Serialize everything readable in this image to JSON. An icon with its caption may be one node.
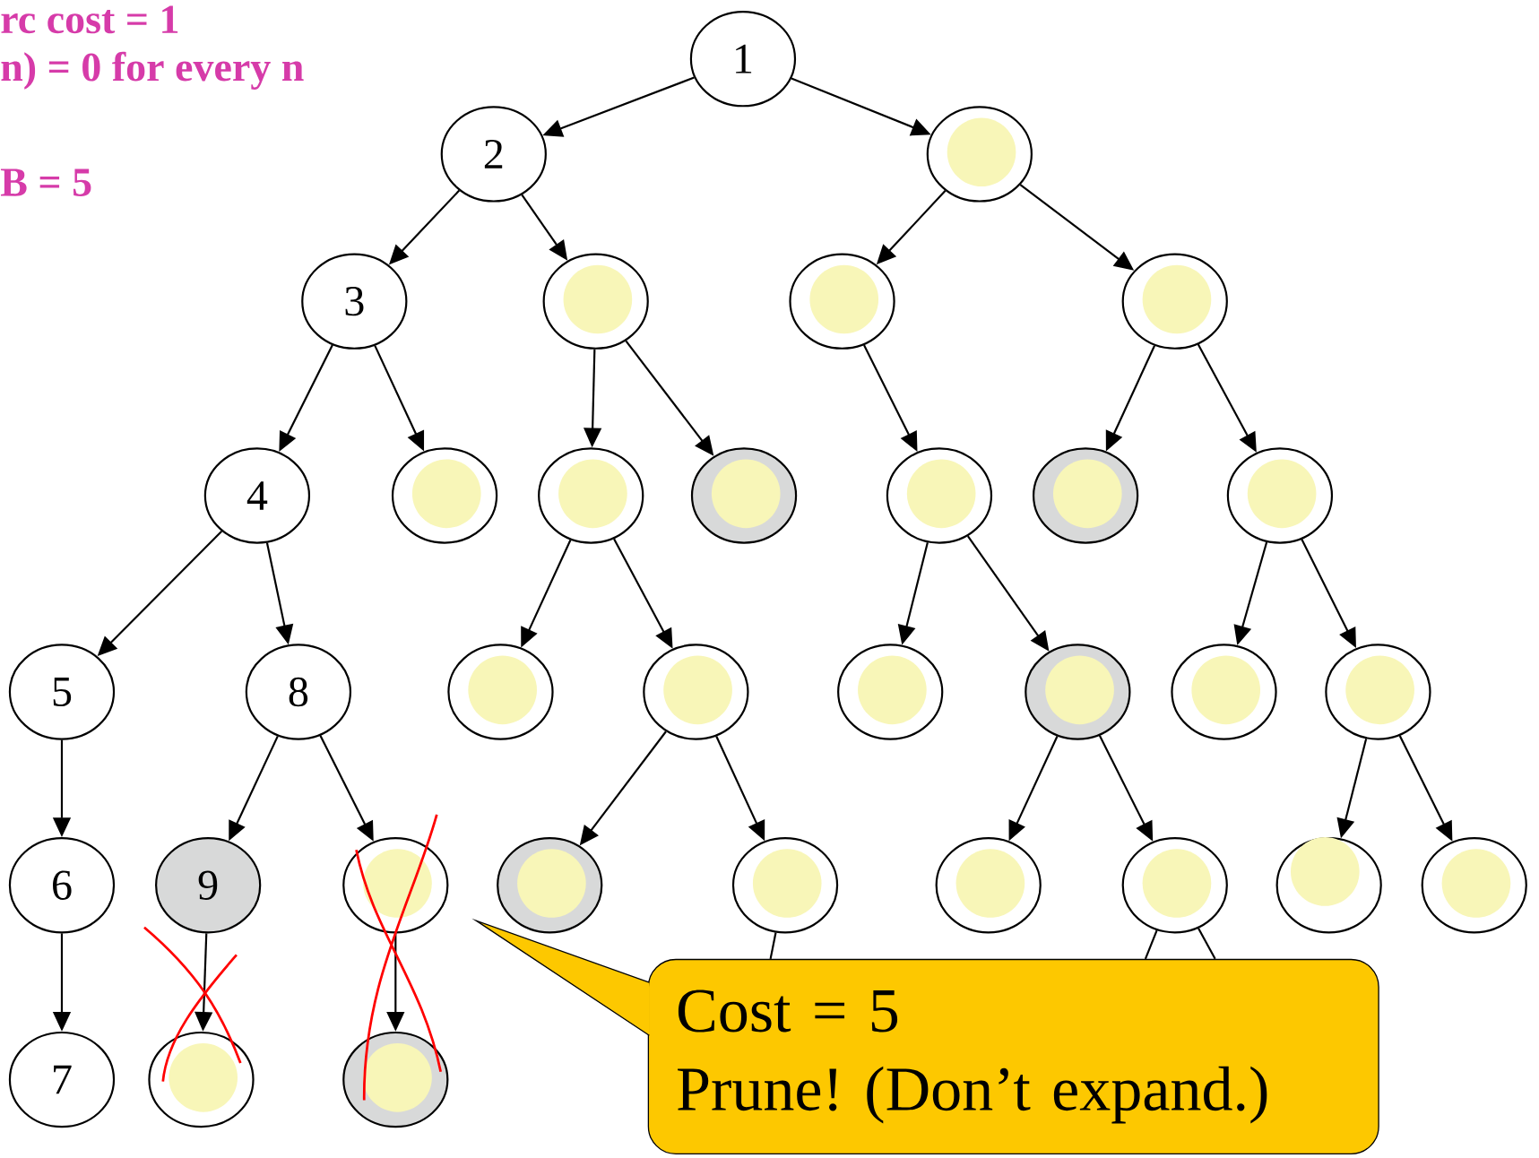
{
  "diagram": {
    "nodes": [
      {
        "text": [
          "1"
        ]
      },
      {
        "text": [
          "2"
        ]
      },
      {
        "text": [],
        "shape": "circle"
      },
      {
        "text": [
          "3"
        ]
      },
      {
        "text": [],
        "shape": "circle"
      },
      {
        "text": [],
        "shape": "circle"
      },
      {
        "text": [],
        "shape": "circle"
      },
      {
        "text": [
          "4"
        ]
      },
      {
        "text": [],
        "shape": "circle"
      },
      {
        "text": [],
        "shape": "circle"
      },
      {
        "text": [],
        "shape": "circle"
      },
      {
        "text": [],
        "shape": "circle"
      },
      {
        "text": [],
        "shape": "circle"
      },
      {
        "text": [],
        "shape": "circle"
      },
      {
        "text": [
          "5"
        ]
      },
      {
        "text": [
          "8"
        ]
      },
      {
        "text": [],
        "shape": "circle"
      },
      {
        "text": [],
        "shape": "circle"
      },
      {
        "text": [],
        "shape": "circle"
      },
      {
        "text": [],
        "shape": "circle"
      },
      {
        "text": [],
        "shape": "circle"
      },
      {
        "text": [],
        "shape": "circle"
      },
      {
        "text": [
          "6"
        ]
      },
      {
        "text": [
          "9"
        ]
      },
      {
        "text": [],
        "shape": "circle"
      },
      {
        "text": [],
        "shape": "circle"
      },
      {
        "text": [],
        "shape": "circle"
      },
      {
        "text": [],
        "shape": "circle"
      },
      {
        "text": [],
        "shape": "circle"
      },
      {
        "text": [],
        "shape": "circle"
      },
      {
        "text": [],
        "shape": "circle"
      },
      {
        "text": [
          "7"
        ]
      },
      {
        "text": [],
        "shape": "circle"
      },
      {
        "text": [],
        "shape": "circle"
      },
      {
        "text": [
          "Cost = 5",
          "Prune! (Don’t expand.)"
        ]
      }
    ],
    "edges": [
      {
        "from": 0,
        "to": 1,
        "arrow": "to"
      },
      {
        "from": 0,
        "to": 2,
        "arrow": "to"
      },
      {
        "from": 1,
        "to": 3,
        "arrow": "to"
      },
      {
        "from": 1,
        "to": 4,
        "arrow": "to"
      },
      {
        "from": 2,
        "to": 5,
        "arrow": "to"
      },
      {
        "from": 2,
        "to": 6,
        "arrow": "to"
      },
      {
        "from": 3,
        "to": 7,
        "arrow": "to"
      },
      {
        "from": 3,
        "to": 8,
        "arrow": "to"
      },
      {
        "from": 4,
        "to": 9,
        "arrow": "to"
      },
      {
        "from": 4,
        "to": 10,
        "arrow": "to"
      },
      {
        "from": 5,
        "to": 11,
        "arrow": "to"
      },
      {
        "from": 6,
        "to": 12,
        "arrow": "to"
      },
      {
        "from": 6,
        "to": 13,
        "arrow": "to"
      },
      {
        "from": 7,
        "to": 14,
        "arrow": "to"
      },
      {
        "from": 7,
        "to": 15,
        "arrow": "to"
      },
      {
        "from": 9,
        "to": 16,
        "arrow": "to"
      },
      {
        "from": 9,
        "to": 17,
        "arrow": "to"
      },
      {
        "from": 11,
        "to": 18,
        "arrow": "to"
      },
      {
        "from": 11,
        "to": 19,
        "arrow": "to"
      },
      {
        "from": 13,
        "to": 20,
        "arrow": "to"
      },
      {
        "from": 13,
        "to": 21,
        "arrow": "to"
      },
      {
        "from": 14,
        "to": 22,
        "arrow": "to"
      },
      {
        "from": 15,
        "to": 23,
        "arrow": "to"
      },
      {
        "from": 15,
        "to": 24,
        "arrow": "to"
      },
      {
        "from": 17,
        "to": 25,
        "arrow": "to"
      },
      {
        "from": 17,
        "to": 26,
        "arrow": "to"
      },
      {
        "from": 19,
        "to": 27,
        "arrow": "to"
      },
      {
        "from": 19,
        "to": 28,
        "arrow": "to"
      },
      {
        "from": 21,
        "to": 29,
        "arrow": "to"
      },
      {
        "from": 21,
        "to": 30,
        "arrow": "to"
      },
      {
        "from": 22,
        "to": 31,
        "arrow": "to"
      },
      {
        "from": 23,
        "to": 32,
        "arrow": "to"
      },
      {
        "from": 24,
        "to": 33,
        "arrow": "to"
      },
      {
        "from": 26,
        "to": 34,
        "arrow": "none"
      },
      {
        "from": 28,
        "to": 34,
        "arrow": "none"
      },
      {
        "from": 28,
        "to": 34,
        "arrow": "none"
      }
    ],
    "labels": [
      "rc cost = 1",
      "n) = 0 for every n",
      "B = 5"
    ]
  }
}
